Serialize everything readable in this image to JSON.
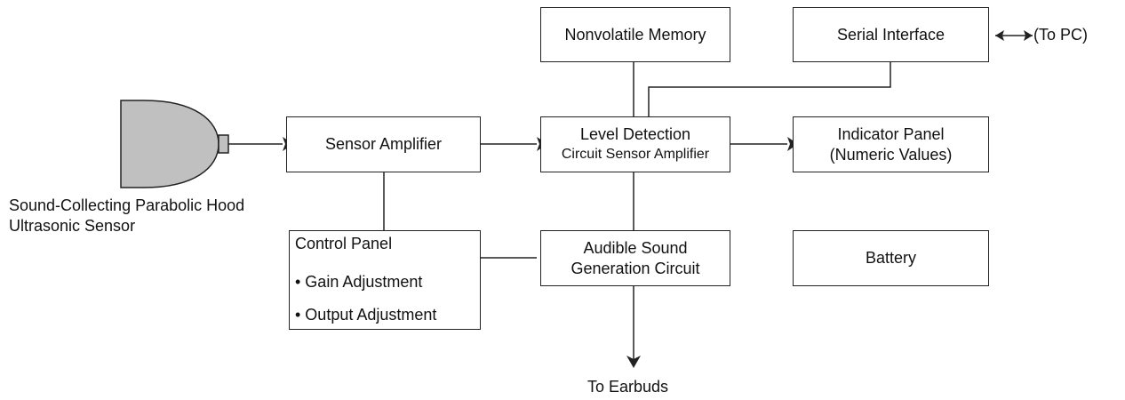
{
  "diagram": {
    "sensor_label": {
      "line1": "Sound-Collecting Parabolic Hood",
      "line2": "Ultrasonic Sensor"
    },
    "blocks": {
      "sensor_amplifier": "Sensor Amplifier",
      "nonvolatile_memory": "Nonvolatile Memory",
      "serial_interface": "Serial Interface",
      "level_detection": {
        "line1": "Level Detection",
        "line2": "Circuit Sensor Amplifier"
      },
      "indicator_panel": {
        "line1": "Indicator Panel",
        "line2": "(Numeric Values)"
      },
      "control_panel": {
        "title": "Control Panel",
        "items": [
          "• Gain Adjustment",
          "• Output Adjustment"
        ]
      },
      "audible_sound": {
        "line1": "Audible Sound",
        "line2": "Generation Circuit"
      },
      "battery": "Battery"
    },
    "to_pc": "(To PC)",
    "to_earbuds": "To Earbuds"
  }
}
